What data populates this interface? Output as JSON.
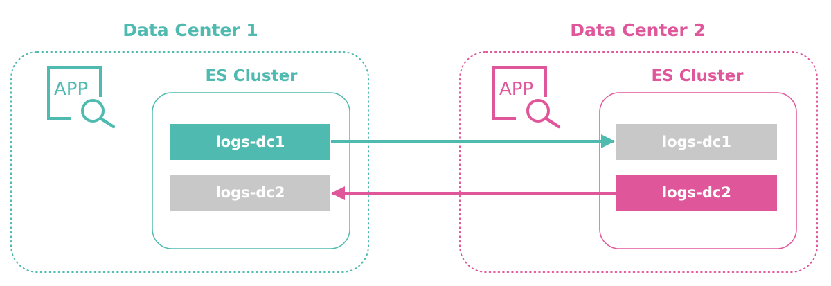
{
  "colors": {
    "dc1_accent": "#4fbbb0",
    "dc2_accent": "#e0569a",
    "inactive_index": "#c8c8c8",
    "label_text": "#ffffff"
  },
  "data_centers": [
    {
      "title": "Data Center 1",
      "app_label": "APP",
      "app_icon": "app-search-icon",
      "cluster_title": "ES Cluster",
      "indices": [
        {
          "label": "logs-dc1",
          "state": "active"
        },
        {
          "label": "logs-dc2",
          "state": "replica"
        }
      ]
    },
    {
      "title": "Data Center 2",
      "app_label": "APP",
      "app_icon": "app-search-icon",
      "cluster_title": "ES Cluster",
      "indices": [
        {
          "label": "logs-dc1",
          "state": "replica"
        },
        {
          "label": "logs-dc2",
          "state": "active"
        }
      ]
    }
  ],
  "replication": [
    {
      "from": "logs-dc1 (Data Center 1)",
      "to": "logs-dc1 (Data Center 2)"
    },
    {
      "from": "logs-dc2 (Data Center 2)",
      "to": "logs-dc2 (Data Center 1)"
    }
  ]
}
